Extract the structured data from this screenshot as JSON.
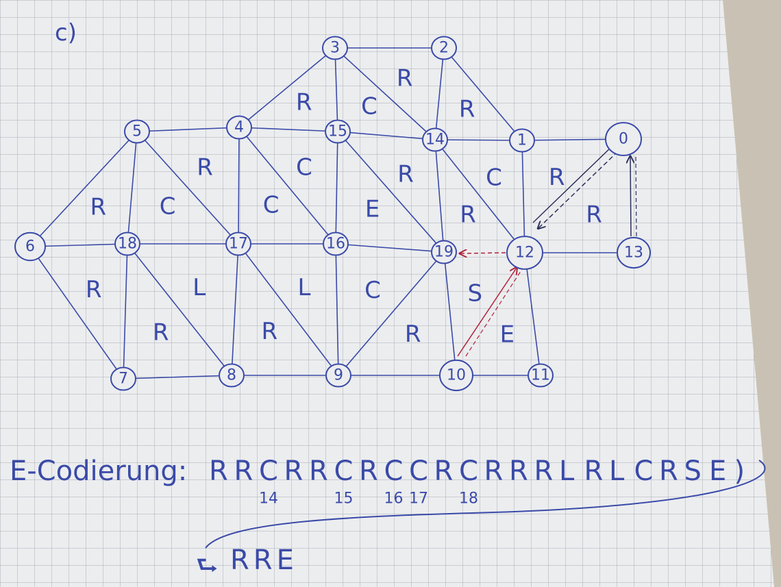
{
  "part_label": "c)",
  "colors": {
    "ink": "#3a4aa8",
    "red_ink": "#b0203a",
    "dark_ink": "#2a2f5a",
    "paper": "#ecedef",
    "grid": "#a9adb6",
    "wood": "#8a6a48"
  },
  "nodes": [
    {
      "id": "0",
      "label": "0"
    },
    {
      "id": "1",
      "label": "1"
    },
    {
      "id": "2",
      "label": "2"
    },
    {
      "id": "3",
      "label": "3"
    },
    {
      "id": "4",
      "label": "4"
    },
    {
      "id": "5",
      "label": "5"
    },
    {
      "id": "6",
      "label": "6"
    },
    {
      "id": "7",
      "label": "7"
    },
    {
      "id": "8",
      "label": "8"
    },
    {
      "id": "9",
      "label": "9"
    },
    {
      "id": "10",
      "label": "10"
    },
    {
      "id": "11",
      "label": "11"
    },
    {
      "id": "12",
      "label": "12"
    },
    {
      "id": "13",
      "label": "13"
    },
    {
      "id": "14",
      "label": "14"
    },
    {
      "id": "15",
      "label": "15"
    },
    {
      "id": "16",
      "label": "16"
    },
    {
      "id": "17",
      "label": "17"
    },
    {
      "id": "18",
      "label": "18"
    },
    {
      "id": "19",
      "label": "19"
    }
  ],
  "edges": [
    [
      "3",
      "2"
    ],
    [
      "3",
      "4"
    ],
    [
      "3",
      "15"
    ],
    [
      "3",
      "14"
    ],
    [
      "2",
      "14"
    ],
    [
      "2",
      "1"
    ],
    [
      "5",
      "4"
    ],
    [
      "4",
      "15"
    ],
    [
      "15",
      "14"
    ],
    [
      "14",
      "1"
    ],
    [
      "1",
      "0"
    ],
    [
      "5",
      "6"
    ],
    [
      "5",
      "18"
    ],
    [
      "5",
      "17"
    ],
    [
      "4",
      "17"
    ],
    [
      "4",
      "16"
    ],
    [
      "15",
      "16"
    ],
    [
      "15",
      "19"
    ],
    [
      "14",
      "19"
    ],
    [
      "14",
      "12"
    ],
    [
      "1",
      "12"
    ],
    [
      "6",
      "18"
    ],
    [
      "18",
      "17"
    ],
    [
      "17",
      "16"
    ],
    [
      "16",
      "19"
    ],
    [
      "12",
      "13"
    ],
    [
      "6",
      "7"
    ],
    [
      "18",
      "7"
    ],
    [
      "18",
      "8"
    ],
    [
      "17",
      "8"
    ],
    [
      "17",
      "9"
    ],
    [
      "16",
      "9"
    ],
    [
      "19",
      "9"
    ],
    [
      "19",
      "10"
    ],
    [
      "12",
      "11"
    ],
    [
      "7",
      "8"
    ],
    [
      "8",
      "9"
    ],
    [
      "9",
      "10"
    ],
    [
      "10",
      "11"
    ]
  ],
  "faces": [
    {
      "label": "R",
      "near": [
        "3",
        "4",
        "15"
      ]
    },
    {
      "label": "C",
      "near": [
        "3",
        "15",
        "14"
      ]
    },
    {
      "label": "R",
      "near": [
        "3",
        "2",
        "14"
      ]
    },
    {
      "label": "R",
      "near": [
        "2",
        "14",
        "1"
      ]
    },
    {
      "label": "R",
      "near": [
        "5",
        "4",
        "17"
      ]
    },
    {
      "label": "C",
      "near": [
        "4",
        "15",
        "16"
      ]
    },
    {
      "label": "R",
      "near": [
        "15",
        "14",
        "19"
      ]
    },
    {
      "label": "C",
      "near": [
        "14",
        "1",
        "12"
      ]
    },
    {
      "label": "R",
      "near": [
        "1",
        "0",
        "12"
      ]
    },
    {
      "label": "R",
      "near": [
        "5",
        "6",
        "18"
      ]
    },
    {
      "label": "C",
      "near": [
        "5",
        "18",
        "17"
      ]
    },
    {
      "label": "C",
      "near": [
        "4",
        "17",
        "16"
      ]
    },
    {
      "label": "E",
      "near": [
        "15",
        "16",
        "19"
      ]
    },
    {
      "label": "R",
      "near": [
        "14",
        "19",
        "12"
      ]
    },
    {
      "label": "R",
      "near": [
        "0",
        "12",
        "13"
      ]
    },
    {
      "label": "R",
      "near": [
        "6",
        "18",
        "7"
      ]
    },
    {
      "label": "R",
      "near": [
        "18",
        "7",
        "8"
      ]
    },
    {
      "label": "L",
      "near": [
        "18",
        "17",
        "8"
      ]
    },
    {
      "label": "R",
      "near": [
        "17",
        "8",
        "9"
      ]
    },
    {
      "label": "L",
      "near": [
        "17",
        "16",
        "9"
      ]
    },
    {
      "label": "C",
      "near": [
        "16",
        "19",
        "9"
      ]
    },
    {
      "label": "R",
      "near": [
        "19",
        "9",
        "10"
      ]
    },
    {
      "label": "S",
      "near": [
        "19",
        "12",
        "10"
      ]
    },
    {
      "label": "E",
      "near": [
        "12",
        "10",
        "11"
      ]
    }
  ],
  "encoding": {
    "label": "E-Codierung:",
    "sequence": [
      "R",
      "R",
      "C",
      "R",
      "R",
      "C",
      "R",
      "C",
      "C",
      "R",
      "C",
      "R",
      "R",
      "R",
      "L",
      "R",
      "L",
      "C",
      "R",
      "S",
      "E"
    ],
    "subscripts": [
      {
        "index": 2,
        "text": "14"
      },
      {
        "index": 5,
        "text": "15"
      },
      {
        "index": 7,
        "text": "16"
      },
      {
        "index": 8,
        "text": "17"
      },
      {
        "index": 10,
        "text": "18"
      }
    ],
    "continuation": "RRE"
  }
}
